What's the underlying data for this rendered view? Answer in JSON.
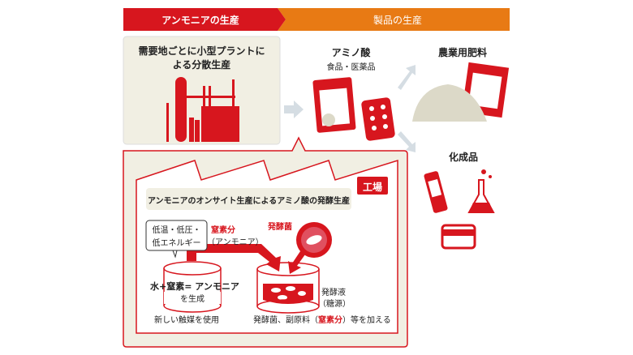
{
  "header": {
    "left": "アンモニアの生産",
    "right": "製品の生産"
  },
  "plant": {
    "line1": "需要地ごとに小型プラントに",
    "line2": "よる分散生産"
  },
  "products": {
    "amino": {
      "title": "アミノ酸",
      "sub": "食品・医薬品"
    },
    "fertilizer": "農業用肥料",
    "chemical": "化成品"
  },
  "factory": {
    "tag": "工場",
    "title": "アンモニアのオンサイト生産によるアミノ酸の発酵生産",
    "bubble1": "低温・低圧・",
    "bubble2": "低エネルギー",
    "nitrogen": "窒素分",
    "ammonia_paren": "（アンモニア）",
    "bacteria": "発酵菌",
    "reaction1": "水+窒素= アンモニア",
    "reaction2": "を生成",
    "catalyst": "新しい触媒を使用",
    "broth1": "発酵液",
    "broth2": "（糖源）",
    "add_pre": "発酵菌、副原料（",
    "add_red": "窒素分",
    "add_post": "）等を加える"
  },
  "colors": {
    "red": "#d7161e",
    "orange": "#e87a14",
    "beige": "#f1efe3",
    "arrow": "#d5dde3"
  }
}
